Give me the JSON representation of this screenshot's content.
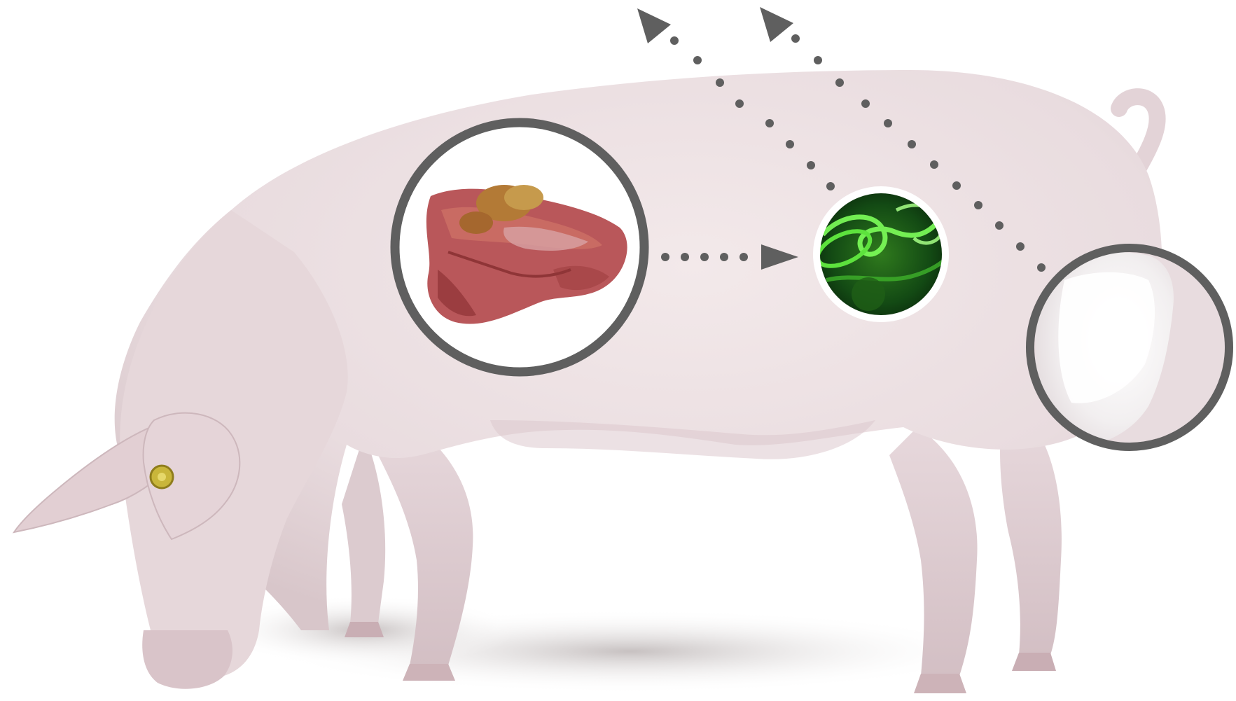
{
  "diagram": {
    "subject": "pig-side-view",
    "callouts": [
      {
        "id": "intestine-callout",
        "content": "intestine-tissue-image"
      },
      {
        "id": "bacteria-callout",
        "content": "green-spiral-bacteria-image"
      },
      {
        "id": "rear-callout",
        "content": "pig-rear-haunch-view"
      }
    ],
    "connectors": [
      {
        "from": "intestine-callout",
        "to": "bacteria-callout",
        "style": "dotted-arrow"
      },
      {
        "from": "bacteria-callout",
        "to": "off-page-top-left",
        "style": "dotted-arrow"
      },
      {
        "from": "rear-callout",
        "to": "off-page-top",
        "style": "dotted-arrow"
      }
    ]
  },
  "colors": {
    "background": "#ffffff",
    "pig_skin": "#ece0e2",
    "pig_shadow": "#cdb9bd",
    "ring_stroke": "#5f5f5f",
    "arrow": "#5f5f5f",
    "intestine": "#b85a55",
    "bacteria_bg": "#0f3d10",
    "bacteria_spiral": "#7dff5a",
    "floor_shadow": "#d7d3d3"
  }
}
